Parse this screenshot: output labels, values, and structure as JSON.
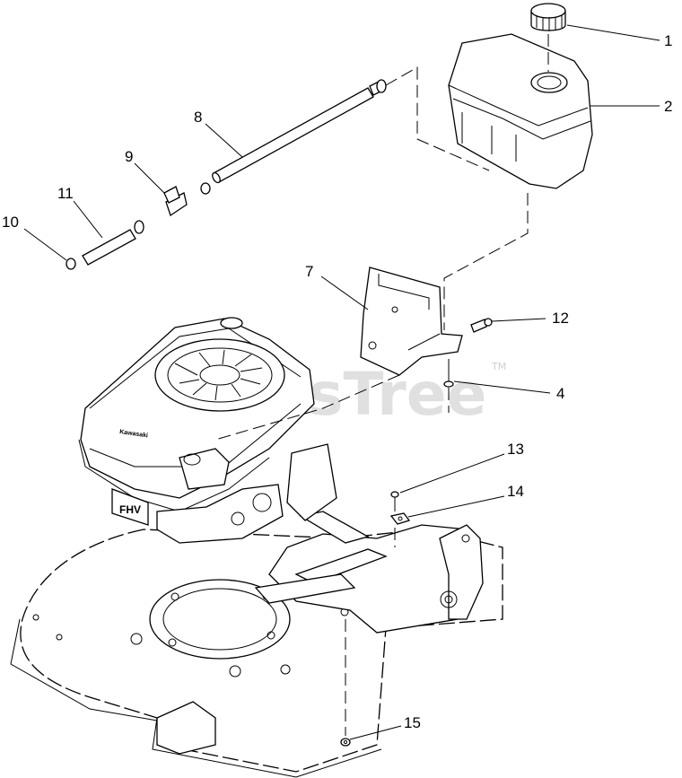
{
  "watermark": {
    "text": "PartsTree",
    "trademark": "TM"
  },
  "engine_brand_label": "Kawasaki",
  "engine_model_label": "FHV",
  "callouts": [
    {
      "id": "c1",
      "label": "1"
    },
    {
      "id": "c2",
      "label": "2"
    },
    {
      "id": "c4",
      "label": "4"
    },
    {
      "id": "c7",
      "label": "7"
    },
    {
      "id": "c8",
      "label": "8"
    },
    {
      "id": "c9",
      "label": "9"
    },
    {
      "id": "c10",
      "label": "10"
    },
    {
      "id": "c11",
      "label": "11"
    },
    {
      "id": "c12",
      "label": "12"
    },
    {
      "id": "c13",
      "label": "13"
    },
    {
      "id": "c14",
      "label": "14"
    },
    {
      "id": "c15",
      "label": "15"
    }
  ]
}
